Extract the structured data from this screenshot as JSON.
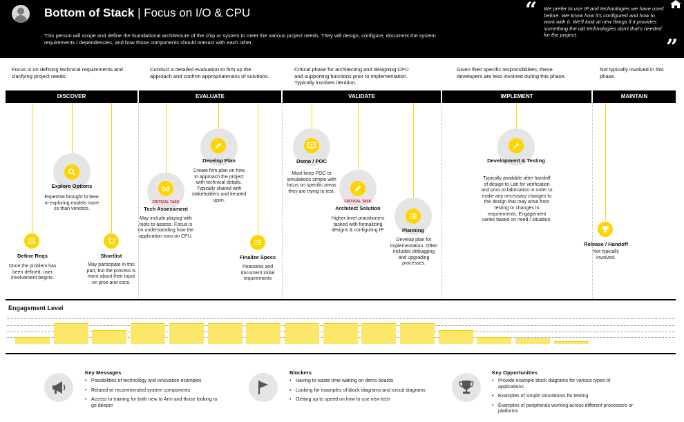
{
  "header": {
    "title_main": "Bottom of Stack",
    "title_sep": " | ",
    "title_sub": "Focus on I/O & CPU",
    "description": "This person will scope and define the foundational architecture of the chip or system to meet the various project needs. They will design, configure, document the system requirements / dependencies, and how those components should interact with each other.",
    "quote": "We prefer to use IP and technologies we have used before. We know how it's configured and how to work with it. We'll look at new things if it provides something the old technologies don't  that's needed for the project."
  },
  "phases": [
    {
      "name": "DISCOVER",
      "intro": "Focus is on defining technical requirements and clarifying project needs."
    },
    {
      "name": "EVALUATE",
      "intro": "Conduct a detailed evaluation to firm up the approach and confirm appropriateness of solutions."
    },
    {
      "name": "VALIDATE",
      "intro": "Critical phase for architecting and designing CPU and supporting functions prior to implementation. Typically involves iteration."
    },
    {
      "name": "IMPLEMENT",
      "intro": "Given their specific responsibilities, these developers are less involved during this phase."
    },
    {
      "name": "MAINTAIN",
      "intro": "Not typically involved in this phase."
    }
  ],
  "steps": [
    {
      "title": "Define Reqs",
      "desc": "Once the problem has been defined, user involvement begins.",
      "icon": "list-icon"
    },
    {
      "title": "Explore Options",
      "desc": "Expertise brought to bear in exploring models more so than vendors.",
      "icon": "search-icon"
    },
    {
      "title": "Shortlist",
      "desc": "May participate in this part, but the process is more about their input on pros and cons.",
      "icon": "cart-icon"
    },
    {
      "title": "Tech Assessment",
      "critical": "CRITICAL TASK",
      "desc": "May include playing with tools to assess. Focus is on understanding how the application runs on CPU.",
      "icon": "glasses-icon"
    },
    {
      "title": "Develop Plan",
      "desc": "Create firm plan on how to approach the project with technical details. Typically shared with stakeholders and iterated upon.",
      "icon": "pencil-icon"
    },
    {
      "title": "Finalize Specs",
      "desc": "Reassess and document initial requirements",
      "icon": "list-icon"
    },
    {
      "title": "Demo / POC",
      "desc": "Most keep POC or simulations simple with focus on specific areas they are trying to test.",
      "icon": "presentation-icon"
    },
    {
      "title": "Architect Solution",
      "critical": "CRITICAL TASK",
      "desc": "Higher level practitioners tasked with formalizing designs & configuring IP.",
      "icon": "pencil-icon"
    },
    {
      "title": "Planning",
      "desc": "Develop plan for implementation. Often includes debugging and upgrading processes.",
      "icon": "list-icon"
    },
    {
      "title": "Development & Testing",
      "desc": "Typically available after handoff of design to Lab for verification and prior to fabrication in order to make any necessary changes to the design that may arise from testing or changes in requirements. Engagement varies based on need / situation.",
      "icon": "wrench-icon"
    },
    {
      "title": "Release / Handoff",
      "desc": "Not typically involved.",
      "icon": "trophy-icon"
    }
  ],
  "engagement": {
    "label": "Engagement Level",
    "levels": [
      1,
      3,
      2,
      3,
      3,
      3,
      3,
      3,
      3,
      3,
      3,
      2,
      1,
      0.8,
      0.4
    ],
    "max_level": 4,
    "color": "#fbe86b"
  },
  "summary": {
    "messages": {
      "title": "Key Messages",
      "items": [
        "Possibilities of technology and innovation examples",
        "Related or recommended system components",
        "Access to training for both new to Arm and those looking to go deeper"
      ]
    },
    "blockers": {
      "title": "Blockers",
      "items": [
        "Having to waste time waiting on demo boards",
        "Looking for examples of block diagrams and circuit diagrams",
        "Getting up to speed on how to use new tech"
      ]
    },
    "opportunities": {
      "title": "Key Opportunities",
      "items": [
        "Provide example block diagrams for various types of applications",
        "Examples of simple simulations for testing",
        "Examples of peripherals working across different processors or platforms"
      ]
    }
  },
  "colors": {
    "accent": "#ffd400",
    "critical": "#e0001b",
    "header_bg": "#000000"
  }
}
